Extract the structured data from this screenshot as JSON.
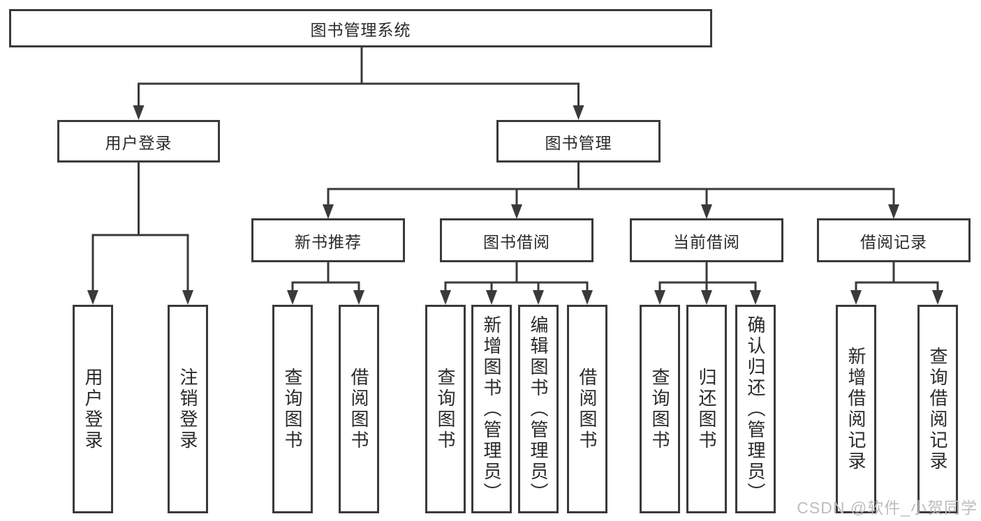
{
  "tree": {
    "label": "图书管理系统",
    "children": [
      {
        "label": "用户登录",
        "children": [
          {
            "label": "用户登录"
          },
          {
            "label": "注销登录"
          }
        ]
      },
      {
        "label": "图书管理",
        "children": [
          {
            "label": "新书推荐",
            "children": [
              {
                "label": "查询图书"
              },
              {
                "label": "借阅图书"
              }
            ]
          },
          {
            "label": "图书借阅",
            "children": [
              {
                "label": "查询图书"
              },
              {
                "label": "新增图书（管理员）"
              },
              {
                "label": "编辑图书（管理员）"
              },
              {
                "label": "借阅图书"
              }
            ]
          },
          {
            "label": "当前借阅",
            "children": [
              {
                "label": "查询图书"
              },
              {
                "label": "归还图书"
              },
              {
                "label": "确认归还（管理员）"
              }
            ]
          },
          {
            "label": "借阅记录",
            "children": [
              {
                "label": "新增借阅记录"
              },
              {
                "label": "查询借阅记录"
              }
            ]
          }
        ]
      }
    ]
  },
  "watermark": {
    "text": "CSDN @软件_小贺同学"
  },
  "colors": {
    "line": "#3a3a3a",
    "text": "#2a2a2a",
    "watermark": "#bdbdbd",
    "background": "#ffffff"
  }
}
